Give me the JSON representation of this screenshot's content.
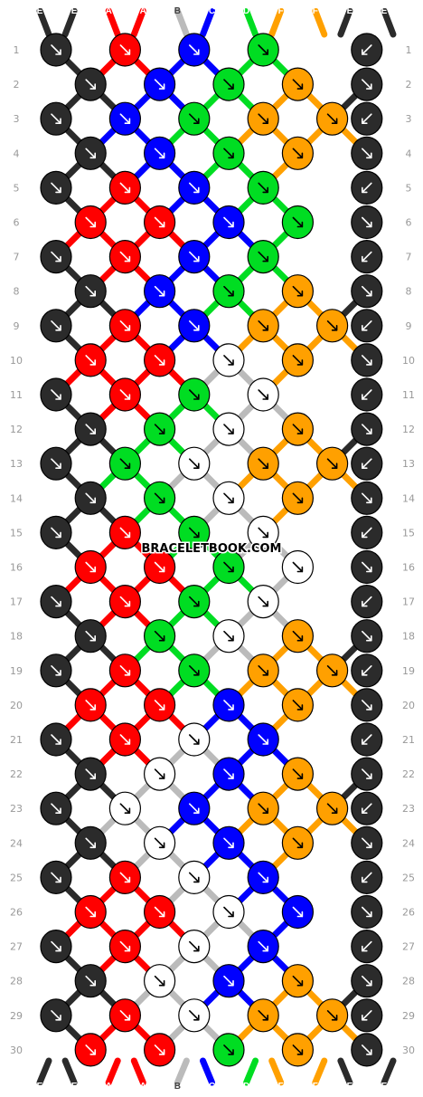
{
  "watermark": "BRACELETBOOK.COM",
  "colors": {
    "E": "#2b2b2b",
    "A": "#ff0000",
    "B": "#ffffff",
    "C": "#0000ff",
    "D": "#00dd22",
    "F": "#ffa000"
  },
  "top_labels": [
    "E",
    "E",
    "A",
    "A",
    "B",
    "C",
    "D",
    "F",
    "F",
    "E",
    "E"
  ],
  "bottom_labels": [
    "E",
    "E",
    "A",
    "A",
    "B",
    "C",
    "D",
    "F",
    "F",
    "E",
    "E"
  ],
  "row_numbers": [
    "1",
    "2",
    "3",
    "4",
    "5",
    "6",
    "7",
    "8",
    "9",
    "10",
    "11",
    "12",
    "13",
    "14",
    "15",
    "16",
    "17",
    "18",
    "19",
    "20",
    "21",
    "22",
    "23",
    "24",
    "25",
    "26",
    "27",
    "28",
    "29",
    "30"
  ],
  "knot_rows": [
    [
      "E",
      "A",
      "C",
      "D",
      "E"
    ],
    [
      "E",
      "C",
      "D",
      "F",
      "E"
    ],
    [
      "E",
      "C",
      "D",
      "F",
      "F",
      "E"
    ],
    [
      "E",
      "C",
      "D",
      "F",
      "E"
    ],
    [
      "E",
      "A",
      "C",
      "D",
      "E"
    ],
    [
      "A",
      "A",
      "C",
      "D",
      "E"
    ],
    [
      "E",
      "A",
      "C",
      "D",
      "E"
    ],
    [
      "E",
      "C",
      "D",
      "F",
      "E"
    ],
    [
      "E",
      "A",
      "C",
      "F",
      "F",
      "E"
    ],
    [
      "A",
      "A",
      "B",
      "F",
      "E"
    ],
    [
      "E",
      "A",
      "D",
      "B",
      "E"
    ],
    [
      "E",
      "D",
      "B",
      "F",
      "E"
    ],
    [
      "E",
      "D",
      "B",
      "F",
      "F",
      "E"
    ],
    [
      "E",
      "D",
      "B",
      "F",
      "E"
    ],
    [
      "E",
      "A",
      "D",
      "B",
      "E"
    ],
    [
      "A",
      "A",
      "D",
      "B",
      "E"
    ],
    [
      "E",
      "A",
      "D",
      "B",
      "E"
    ],
    [
      "E",
      "D",
      "B",
      "F",
      "E"
    ],
    [
      "E",
      "A",
      "D",
      "F",
      "F",
      "E"
    ],
    [
      "A",
      "A",
      "C",
      "F",
      "E"
    ],
    [
      "E",
      "A",
      "B",
      "C",
      "E"
    ],
    [
      "E",
      "B",
      "C",
      "F",
      "E"
    ],
    [
      "E",
      "B",
      "C",
      "F",
      "F",
      "E"
    ],
    [
      "E",
      "B",
      "C",
      "F",
      "E"
    ],
    [
      "E",
      "A",
      "B",
      "C",
      "E"
    ],
    [
      "A",
      "A",
      "B",
      "C",
      "E"
    ],
    [
      "E",
      "A",
      "B",
      "C",
      "E"
    ],
    [
      "E",
      "B",
      "C",
      "F",
      "E"
    ],
    [
      "E",
      "A",
      "B",
      "F",
      "F",
      "E"
    ],
    [
      "A",
      "A",
      "D",
      "F",
      "E"
    ]
  ]
}
